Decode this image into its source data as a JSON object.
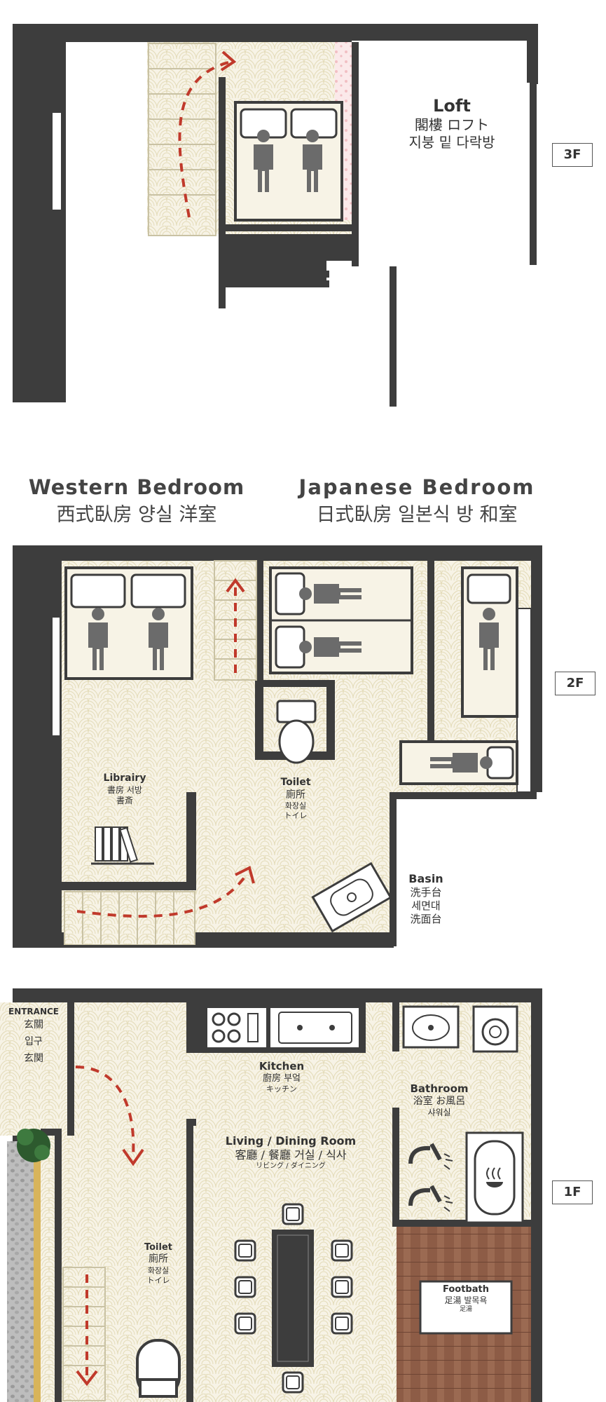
{
  "floor3": {
    "tag": "3F",
    "loft": {
      "title": "Loft",
      "line1": "閣樓  ロフト",
      "line2": "지붕 밑 다락방"
    }
  },
  "floor2": {
    "tag": "2F",
    "western": {
      "title": "Western Bedroom",
      "sub": "西式臥房  양실  洋室"
    },
    "japanese": {
      "title": "Japanese Bedroom",
      "sub": "日式臥房  일본식 방  和室"
    },
    "library": {
      "title": "Librairy",
      "line1": "書房 서방",
      "line2": "書斎"
    },
    "toilet": {
      "title": "Toilet",
      "line1": "廁所",
      "line2": "화장실",
      "line3": "トイレ"
    },
    "basin": {
      "title": "Basin",
      "line1": "洗手台",
      "line2": "세면대",
      "line3": "洗面台"
    }
  },
  "floor1": {
    "tag": "1F",
    "entrance": {
      "title": "ENTRANCE",
      "line1": "玄關",
      "line2": "입구",
      "line3": "玄関"
    },
    "kitchen": {
      "title": "Kitchen",
      "line1": "廚房 부엌",
      "line2": "キッチン"
    },
    "bathroom": {
      "title": "Bathroom",
      "line1": "浴室 お風呂",
      "line2": "샤워실"
    },
    "living": {
      "title": "Living / Dining Room",
      "line1": "客廳 / 餐廳  거실 / 식사",
      "line2": "リビング / ダイニング"
    },
    "toilet": {
      "title": "Toilet",
      "line1": "廁所",
      "line2": "화장실",
      "line3": "トイレ"
    },
    "footbath": {
      "title": "Footbath",
      "line1": "足湯 발목욕",
      "line2": "足湯"
    }
  },
  "colors": {
    "wall": "#3d3d3d",
    "floor_tint": "#f6f2e4",
    "wave": "#e6dfc1",
    "arrow": "#c0392b",
    "deck": "#8a5a44",
    "person": "#6b6b6b"
  }
}
